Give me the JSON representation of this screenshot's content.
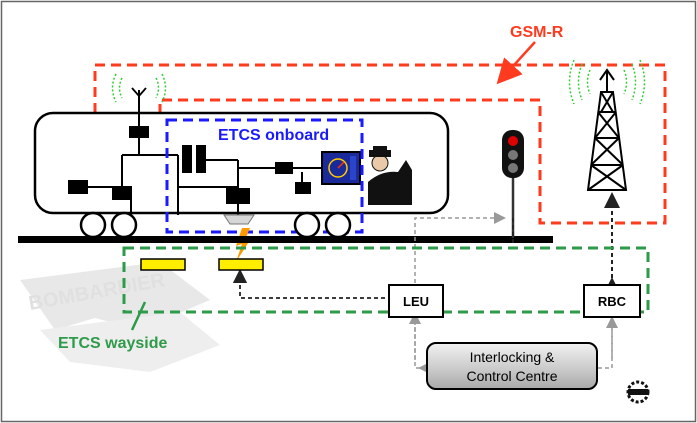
{
  "labels": {
    "gsmr": "GSM-R",
    "etcs_onboard": "ETCS onboard",
    "etcs_wayside": "ETCS wayside",
    "leu": "LEU",
    "rbc": "RBC",
    "interlocking_line1": "Interlocking &",
    "interlocking_line2": "Control Centre",
    "watermark": "BOMBARDIER"
  },
  "colors": {
    "gsmr": "#ff3b1f",
    "onboard": "#1a1aff",
    "wayside": "#2e9a4a",
    "wayside_text": "#2e9a4a",
    "balise": "#ffee00",
    "spark": "#ff9900",
    "signal_red": "#e00000",
    "antenna_waves": "#33cc33",
    "interlocking_box": "#c8c8c8"
  }
}
